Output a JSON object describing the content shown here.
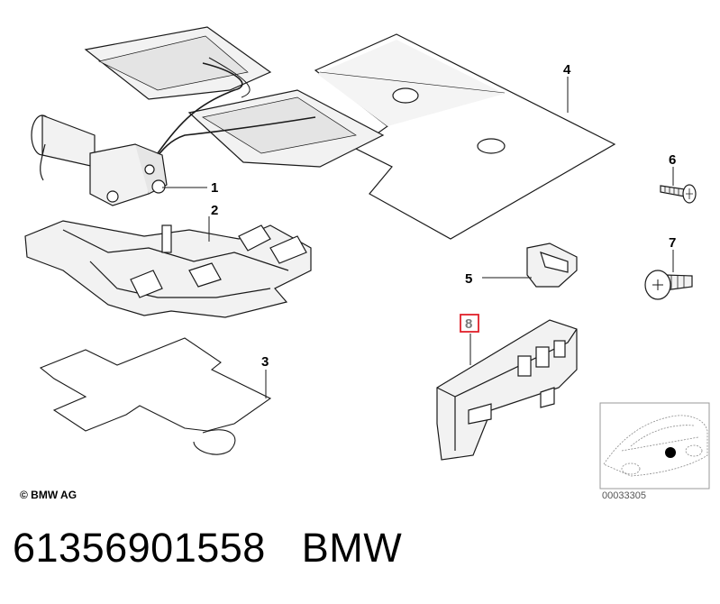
{
  "callouts": {
    "c1": "1",
    "c2": "2",
    "c3": "3",
    "c4": "4",
    "c5": "5",
    "c6": "6",
    "c7": "7",
    "c8": "8"
  },
  "copyright": "© BMW AG",
  "reference_number": "00033305",
  "caption": {
    "part_number": "61356901558",
    "brand": "BMW"
  },
  "colors": {
    "line": "#1a1a1a",
    "part_fill": "#f2f2f2",
    "shadow": "#c8c8c8",
    "highlight_box": "#e0202a",
    "thumbnail_border": "#9a9a9a"
  }
}
